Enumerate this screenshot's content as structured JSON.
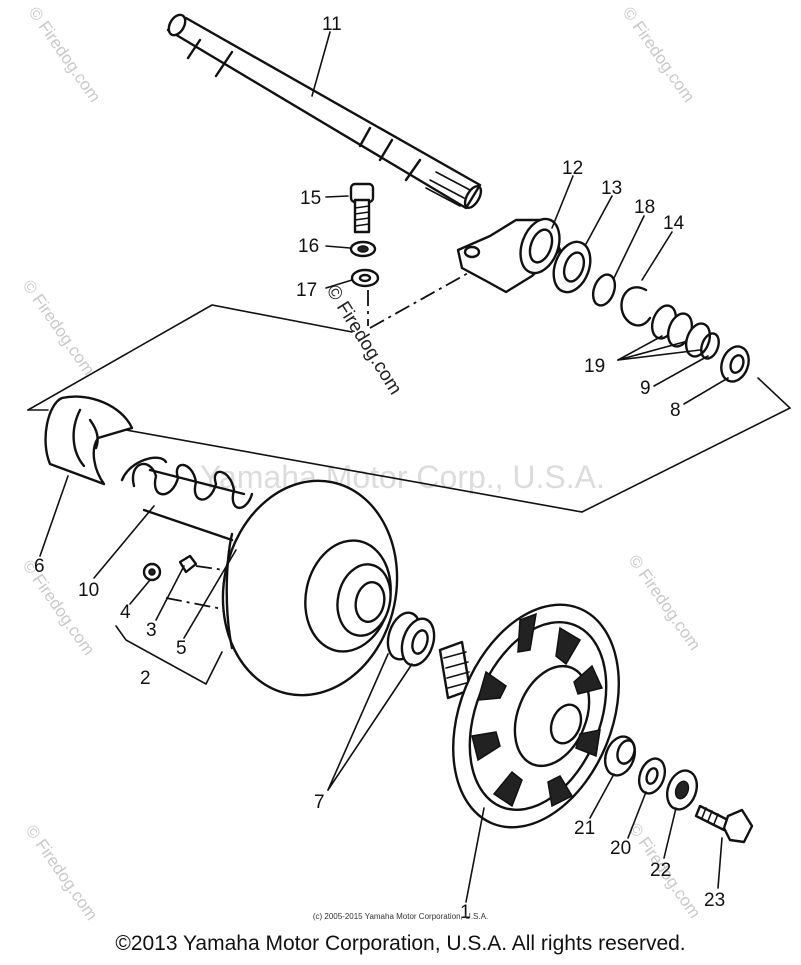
{
  "diagram": {
    "part_labels": [
      "1",
      "2",
      "3",
      "4",
      "5",
      "6",
      "7",
      "8",
      "9",
      "10",
      "11",
      "12",
      "13",
      "14",
      "15",
      "16",
      "17",
      "18",
      "19",
      "20",
      "21",
      "22",
      "23"
    ],
    "watermark_center": "Yamaha Motor Corp., U.S.A.",
    "watermark_side": "© Firedog.com",
    "watermark_mid": "© Firedog.com"
  },
  "footer": {
    "small_copyright": "(c) 2005-2015 Yamaha Motor Corporation, U.S.A.",
    "copyright": "©2013 Yamaha Motor Corporation, U.S.A. All rights reserved."
  }
}
